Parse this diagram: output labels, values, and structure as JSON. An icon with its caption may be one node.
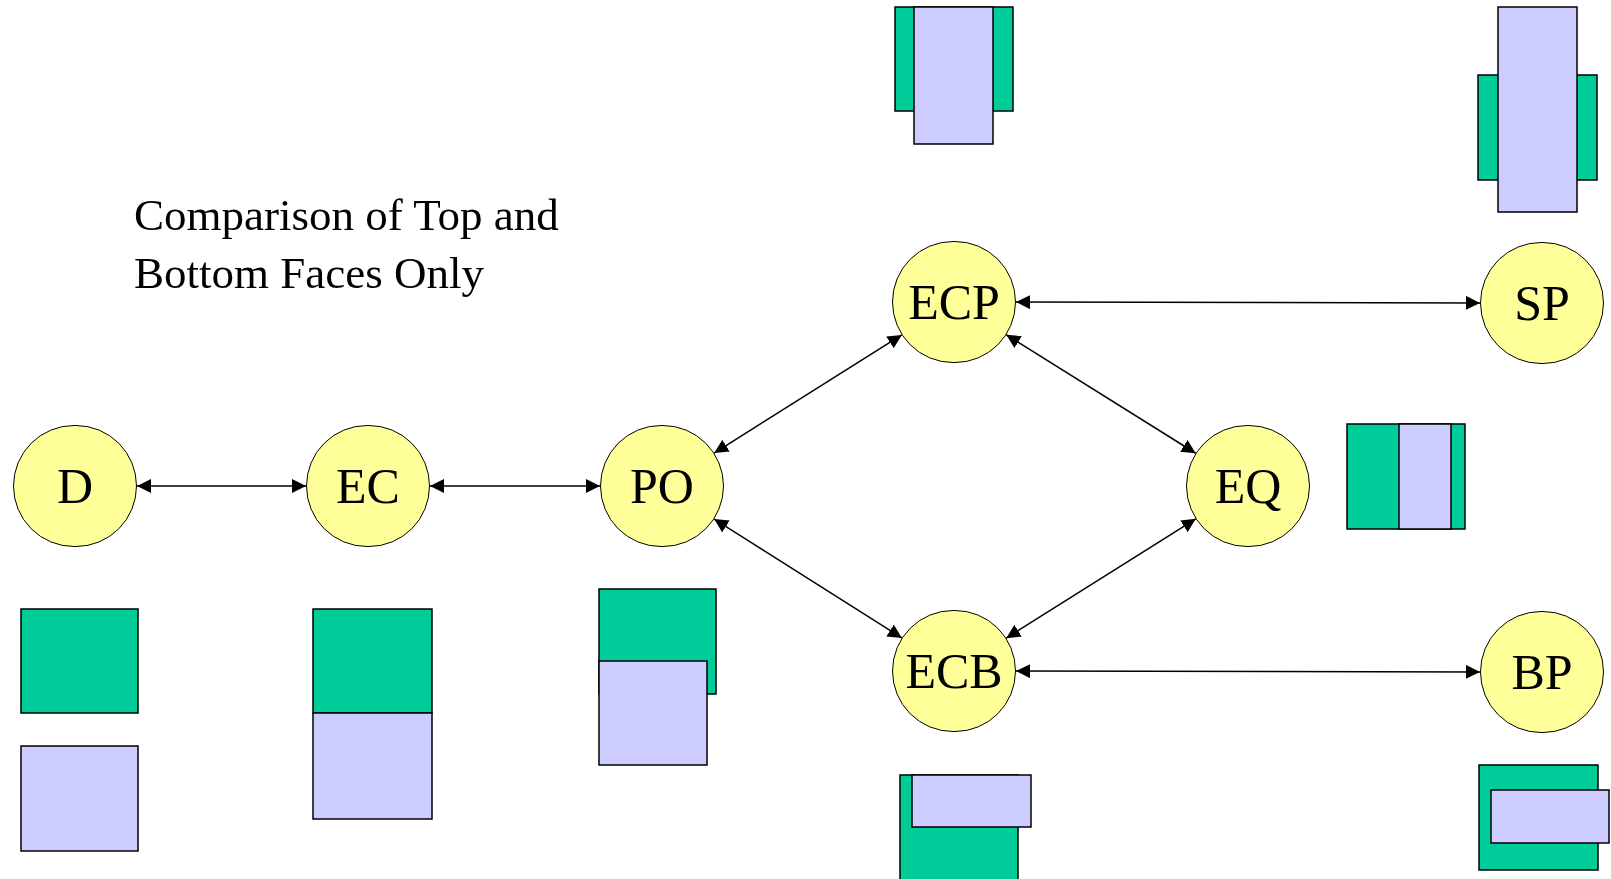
{
  "diagram": {
    "title": "Comparison of Top and Bottom Faces Only",
    "nodes": [
      {
        "text": [
          "D"
        ]
      },
      {
        "text": [
          "EC"
        ]
      },
      {
        "text": [
          "PO"
        ]
      },
      {
        "text": [
          "ECP"
        ]
      },
      {
        "text": [
          "SP"
        ]
      },
      {
        "text": [
          "EQ"
        ]
      },
      {
        "text": [
          "ECB"
        ]
      },
      {
        "text": [
          "BP"
        ]
      }
    ],
    "edges": [
      {
        "from": 0,
        "to": 1,
        "arrow": "both"
      },
      {
        "from": 1,
        "to": 2,
        "arrow": "both"
      },
      {
        "from": 2,
        "to": 3,
        "arrow": "both"
      },
      {
        "from": 2,
        "to": 6,
        "arrow": "both"
      },
      {
        "from": 3,
        "to": 4,
        "arrow": "both"
      },
      {
        "from": 3,
        "to": 5,
        "arrow": "both"
      },
      {
        "from": 5,
        "to": 6,
        "arrow": "both"
      },
      {
        "from": 6,
        "to": 7,
        "arrow": "both"
      }
    ]
  }
}
